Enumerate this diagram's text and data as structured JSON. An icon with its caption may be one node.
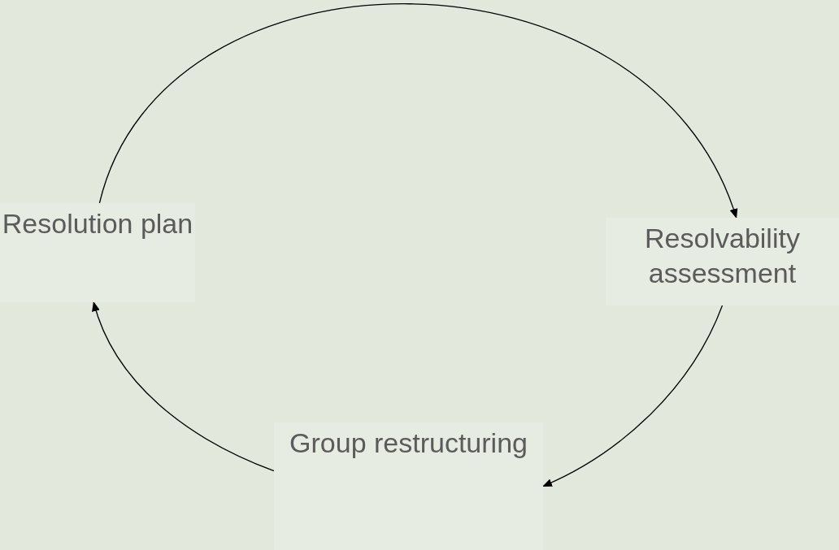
{
  "diagram": {
    "nodes": [
      {
        "text": [
          "Resolution plan"
        ]
      },
      {
        "text": [
          "Resolvability assessment"
        ]
      },
      {
        "text": [
          "Group restructuring"
        ]
      }
    ],
    "edges": [
      {
        "from": 0,
        "to": 1,
        "arrow": "to"
      },
      {
        "from": 1,
        "to": 2,
        "arrow": "to"
      },
      {
        "from": 2,
        "to": 0,
        "arrow": "to"
      }
    ]
  }
}
